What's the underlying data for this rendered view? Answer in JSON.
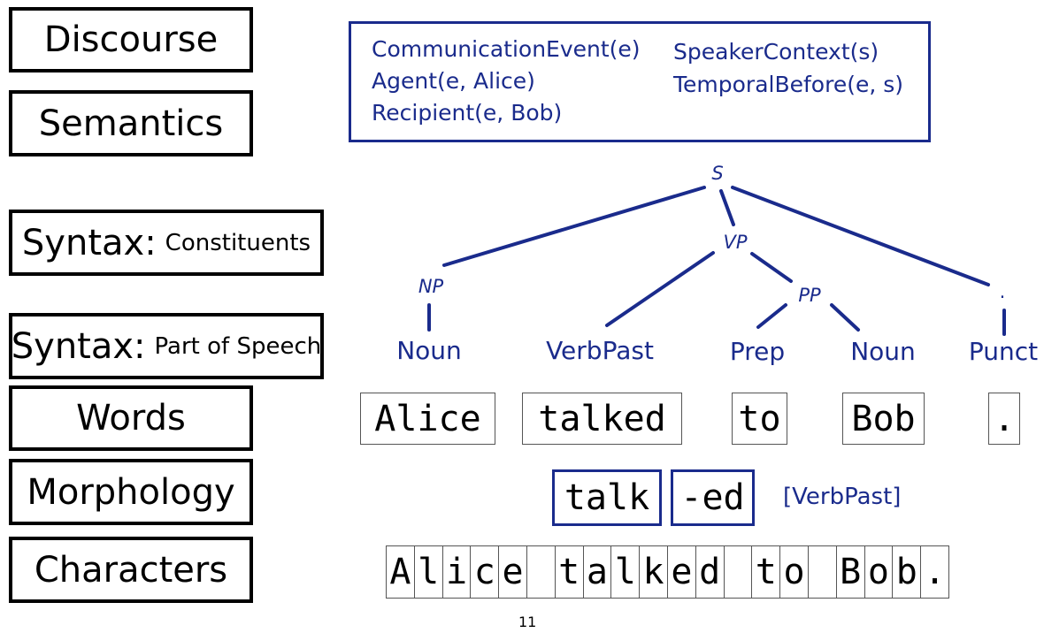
{
  "levels": {
    "discourse": "Discourse",
    "semantics": "Semantics",
    "syntax_constituents": {
      "main": "Syntax:",
      "sub": "Constituents"
    },
    "syntax_pos": {
      "main": "Syntax:",
      "sub": "Part of Speech"
    },
    "words": "Words",
    "morphology": "Morphology",
    "characters": "Characters"
  },
  "semantics": {
    "col1": [
      "CommunicationEvent(e)",
      "Agent(e, Alice)",
      "Recipient(e, Bob)"
    ],
    "col2": [
      "SpeakerContext(s)",
      "TemporalBefore(e, s)"
    ]
  },
  "tree": {
    "s": "S",
    "vp": "VP",
    "np": "NP",
    "pp": "PP",
    "punct_node": "."
  },
  "pos_tags": [
    "Noun",
    "VerbPast",
    "Prep",
    "Noun",
    "Punct"
  ],
  "words": [
    "Alice",
    "talked",
    "to",
    "Bob",
    "."
  ],
  "morphology": {
    "stem": "talk",
    "suffix": "-ed",
    "tag": "[VerbPast]"
  },
  "characters": [
    "A",
    "l",
    "i",
    "c",
    "e",
    " ",
    "t",
    "a",
    "l",
    "k",
    "e",
    "d",
    " ",
    "t",
    "o",
    " ",
    "B",
    "o",
    "b",
    "."
  ],
  "page_number": "11",
  "colors": {
    "accent": "#1a2b8c",
    "text": "#000000"
  }
}
